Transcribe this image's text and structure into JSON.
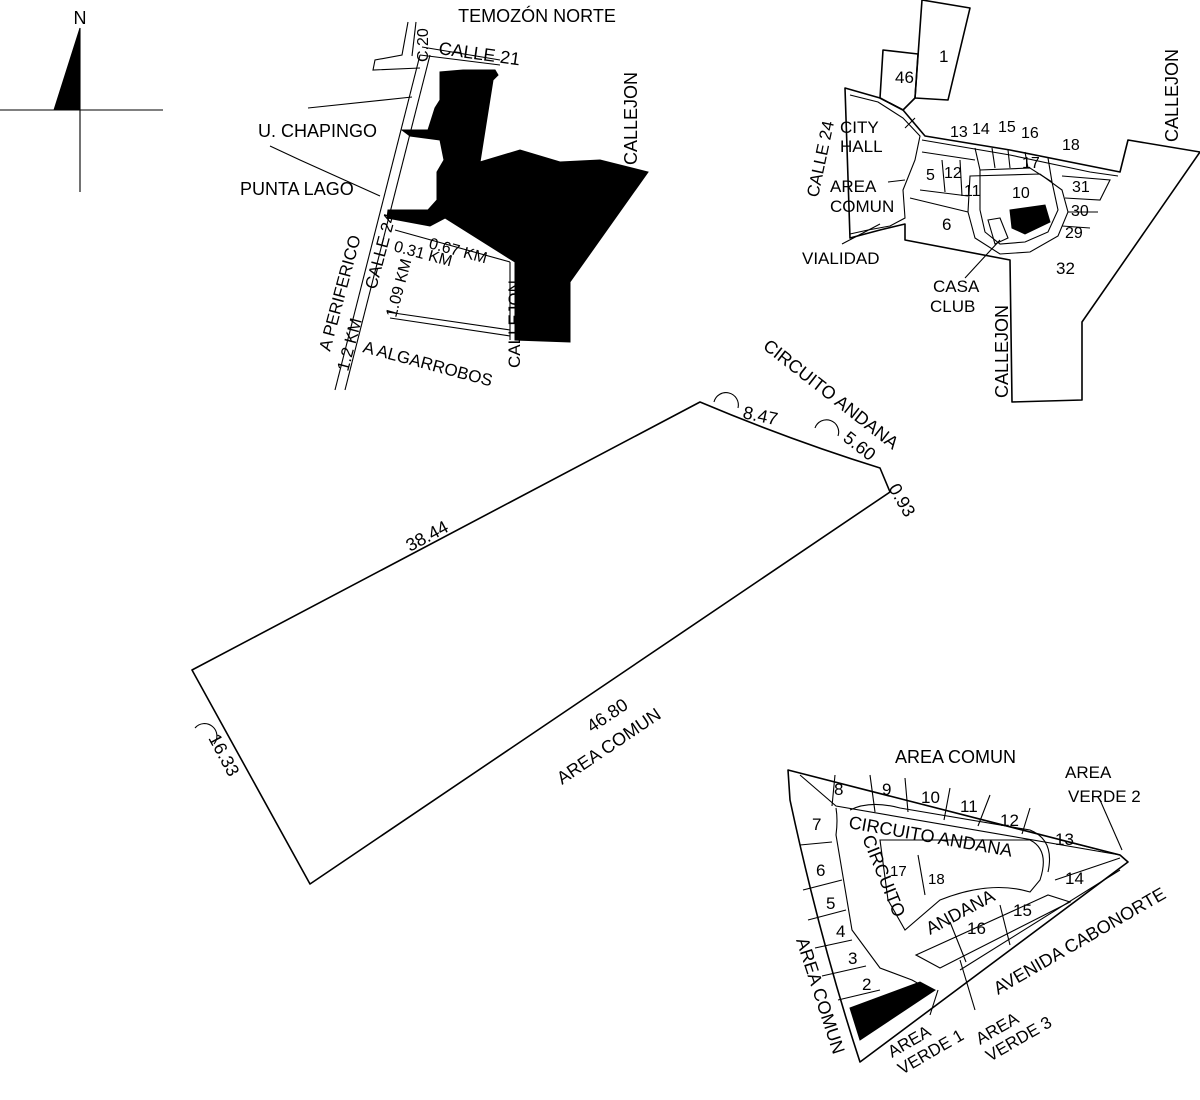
{
  "north_arrow": {
    "label": "N"
  },
  "location_map": {
    "labels": {
      "temozon": "TEMOZÓN NORTE",
      "c20": "C.20",
      "calle21": "CALLE 21",
      "callejon_right": "CALLEJON",
      "u_chapingo": "U. CHAPINGO",
      "punta_lago": "PUNTA LAGO",
      "calle24": "CALLE 24",
      "a_periferico": "A PERIFERICO",
      "dist_12": "1.2 KM",
      "dist_109": "1.09 KM",
      "dist_031": "0.31 KM",
      "dist_067": "0.67 KM",
      "callejon_bottom": "CALLEJON",
      "a_algarrobos": "A ALGARROBOS"
    }
  },
  "master_plan": {
    "labels": {
      "calle24": "CALLE 24",
      "city_hall_1": "CITY",
      "city_hall_2": "HALL",
      "area_comun_1": "AREA",
      "area_comun_2": "COMUN",
      "vialidad": "VIALIDAD",
      "casa_club_1": "CASA",
      "casa_club_2": "CLUB",
      "callejon_right": "CALLEJON",
      "callejon_bottom": "CALLEJON"
    },
    "lot_numbers": [
      "1",
      "46",
      "13",
      "14",
      "15",
      "16",
      "18",
      "5",
      "12",
      "17",
      "11",
      "10",
      "31",
      "30",
      "29",
      "6",
      "32"
    ]
  },
  "lot_plan": {
    "street": "CIRCUITO ANDANA",
    "side_north": "38.44",
    "side_south": "46.80",
    "side_south_label": "AREA COMUN",
    "side_west": "16.33",
    "arc_1": "8.47",
    "arc_2": "5.60",
    "arc_3": "0.93"
  },
  "detail_plan": {
    "labels": {
      "area_comun_top": "AREA COMUN",
      "area_verde_2_a": "AREA",
      "area_verde_2_b": "VERDE 2",
      "circuito_andana": "CIRCUITO ANDANA",
      "circuito": "CIRCUITO",
      "andana": "ANDANA",
      "avenida": "AVENIDA CABONORTE",
      "area_comun_left": "AREA COMUN",
      "area_verde_1_a": "AREA",
      "area_verde_1_b": "VERDE 1",
      "area_verde_3_a": "AREA",
      "area_verde_3_b": "VERDE 3"
    },
    "lot_numbers": [
      "8",
      "9",
      "10",
      "11",
      "12",
      "13",
      "7",
      "14",
      "17",
      "18",
      "6",
      "5",
      "16",
      "15",
      "4",
      "3",
      "2"
    ]
  }
}
